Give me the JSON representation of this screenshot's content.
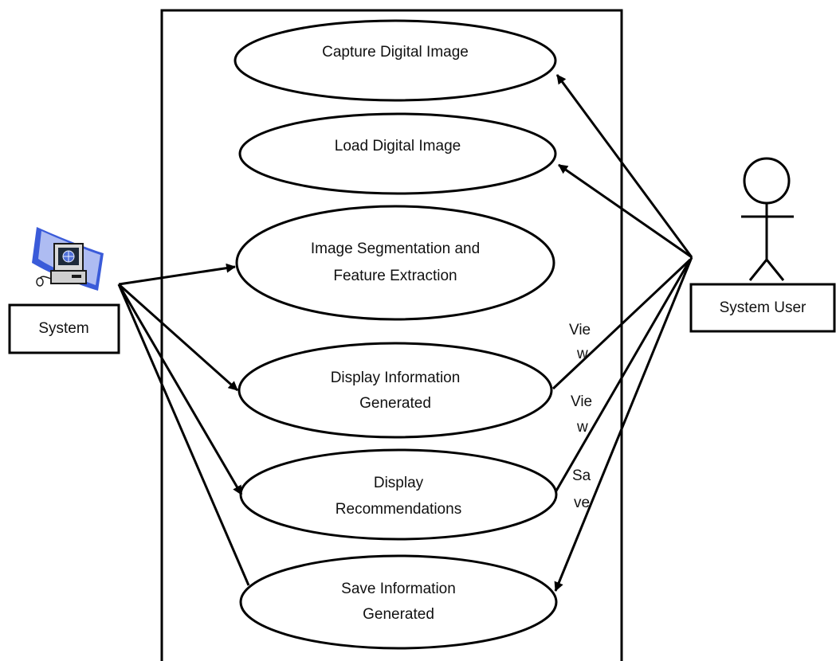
{
  "diagram": {
    "type": "use-case",
    "use_cases": [
      {
        "id": "capture",
        "lines": [
          "Capture Digital Image"
        ]
      },
      {
        "id": "load",
        "lines": [
          "Load Digital Image"
        ]
      },
      {
        "id": "segment",
        "lines": [
          "Image Segmentation and",
          "Feature Extraction"
        ]
      },
      {
        "id": "display_info",
        "lines": [
          "Display Information",
          "Generated"
        ]
      },
      {
        "id": "display_rec",
        "lines": [
          "Display",
          "Recommendations"
        ]
      },
      {
        "id": "save",
        "lines": [
          "Save Information",
          "Generated"
        ]
      }
    ],
    "actors": {
      "system": {
        "label": "System",
        "icon": "computer-icon"
      },
      "user": {
        "label": "System User",
        "icon": "stick-figure-icon"
      }
    },
    "connector_labels": [
      {
        "id": "view1",
        "lines": [
          "Vie",
          "w"
        ]
      },
      {
        "id": "view2",
        "lines": [
          "Vie",
          "w"
        ]
      },
      {
        "id": "save",
        "lines": [
          "Sa",
          "ve"
        ]
      }
    ],
    "colors": {
      "line": "#000000",
      "icon_blue": "#3a5bd9",
      "icon_blue_light": "#aebcf2"
    }
  }
}
